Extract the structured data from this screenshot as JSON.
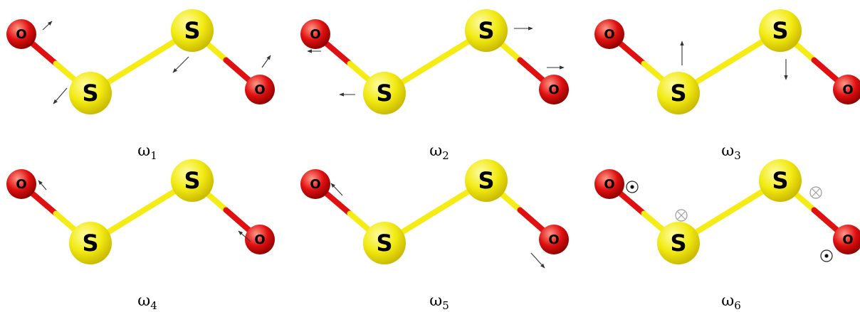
{
  "atom_symbols": {
    "sulfur": "S",
    "oxygen": "O"
  },
  "colors": {
    "sulfur": "#f2ea12",
    "sulfur_light": "#fffca8",
    "sulfur_dark": "#c9b900",
    "oxygen": "#e01010",
    "oxygen_light": "#ff9a8a",
    "oxygen_dark": "#8e0000",
    "bond": "#f5ec16",
    "arrow": "#333333"
  },
  "modes": [
    {
      "symbol": "ω",
      "index": "1",
      "displacement": "in-plane arrows"
    },
    {
      "symbol": "ω",
      "index": "2",
      "displacement": "in-plane arrows"
    },
    {
      "symbol": "ω",
      "index": "3",
      "displacement": "in-plane arrows"
    },
    {
      "symbol": "ω",
      "index": "4",
      "displacement": "in-plane arrows"
    },
    {
      "symbol": "ω",
      "index": "5",
      "displacement": "in-plane arrows"
    },
    {
      "symbol": "ω",
      "index": "6",
      "displacement": "out-of-plane (dot = out of page, cross = into page)"
    }
  ]
}
